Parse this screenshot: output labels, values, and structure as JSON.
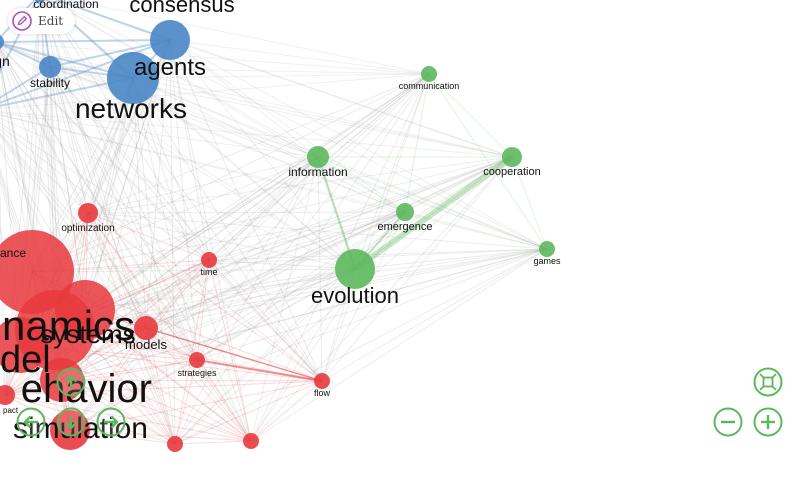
{
  "toolbar": {
    "edit_label": "Edit",
    "edit_icon": "pencil-icon"
  },
  "controls": {
    "icons": [
      "fit-screen-icon",
      "zoom-out-icon",
      "zoom-in-icon",
      "pan-up-icon",
      "pan-left-icon",
      "pan-down-icon",
      "pan-right-icon"
    ],
    "accent_color": "#5cb85c"
  },
  "colors": {
    "blue": "#4a86c5",
    "red": "#e8383d",
    "green": "#5cb85c"
  },
  "graph": {
    "nodes": [
      {
        "id": "coordination",
        "label": "coordination",
        "group": "blue"
      },
      {
        "id": "consensus",
        "label": "consensus",
        "group": "blue"
      },
      {
        "id": "agents",
        "label": "agents",
        "group": "blue"
      },
      {
        "id": "design",
        "label": "gn",
        "group": "blue"
      },
      {
        "id": "stability",
        "label": "stability",
        "group": "blue"
      },
      {
        "id": "networks",
        "label": "networks",
        "group": "blue"
      },
      {
        "id": "communication",
        "label": "communication",
        "group": "green"
      },
      {
        "id": "information",
        "label": "information",
        "group": "green"
      },
      {
        "id": "cooperation",
        "label": "cooperation",
        "group": "green"
      },
      {
        "id": "emergence",
        "label": "emergence",
        "group": "green"
      },
      {
        "id": "games",
        "label": "games",
        "group": "green"
      },
      {
        "id": "evolution",
        "label": "evolution",
        "group": "green"
      },
      {
        "id": "optimization",
        "label": "optimization",
        "group": "red"
      },
      {
        "id": "performance",
        "label": "ance",
        "group": "red"
      },
      {
        "id": "time",
        "label": "time",
        "group": "red"
      },
      {
        "id": "dynamics",
        "label": "namics",
        "group": "red"
      },
      {
        "id": "systems",
        "label": "systems",
        "group": "red"
      },
      {
        "id": "models",
        "label": "models",
        "group": "red"
      },
      {
        "id": "model",
        "label": "del",
        "group": "red"
      },
      {
        "id": "strategies",
        "label": "strategies",
        "group": "red"
      },
      {
        "id": "behavior",
        "label": "ehavior",
        "group": "red"
      },
      {
        "id": "flow",
        "label": "flow",
        "group": "red"
      },
      {
        "id": "impact",
        "label": "pact",
        "group": "red"
      },
      {
        "id": "simulation",
        "label": "simulation",
        "group": "red"
      },
      {
        "id": "extra1",
        "label": "",
        "group": "red"
      },
      {
        "id": "extra2",
        "label": "",
        "group": "red"
      }
    ]
  }
}
